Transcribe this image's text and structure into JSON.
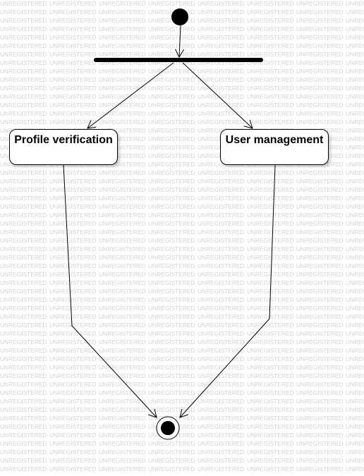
{
  "watermark": {
    "text": "UNREGISTERED"
  },
  "diagram": {
    "initial_node": "initial",
    "fork_bar": "fork",
    "activities": [
      {
        "id": "profile",
        "label": "Profile verification"
      },
      {
        "id": "user",
        "label": "User management"
      }
    ],
    "final_node": "final"
  },
  "colors": {
    "line": "#000000",
    "node_fill": "#ffffff",
    "watermark": "#d2d2d2"
  }
}
